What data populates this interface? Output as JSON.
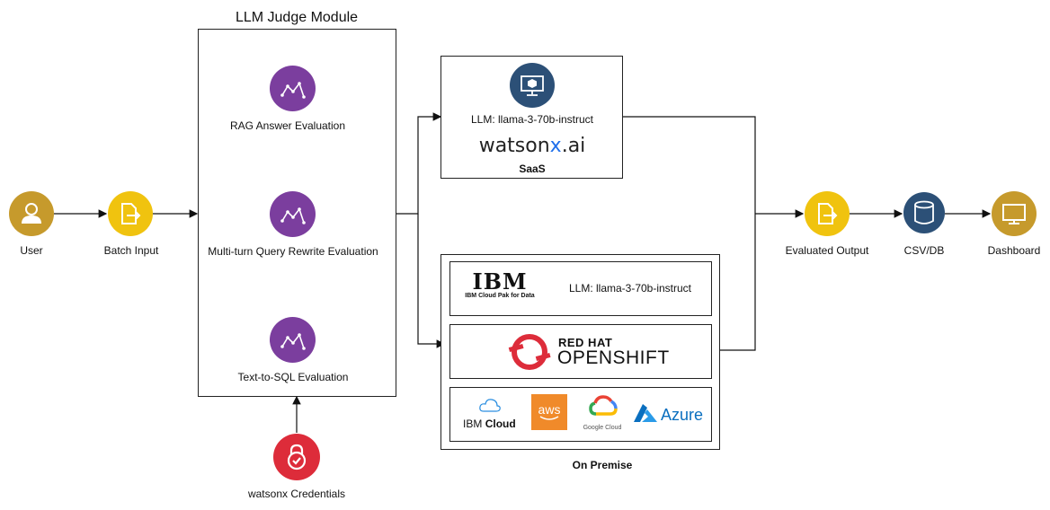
{
  "user": {
    "label": "User"
  },
  "batch_input": {
    "label": "Batch Input"
  },
  "judge_module": {
    "title": "LLM Judge Module",
    "items": [
      {
        "label": "RAG Answer Evaluation"
      },
      {
        "label": "Multi-turn Query Rewrite Evaluation"
      },
      {
        "label": "Text-to-SQL Evaluation"
      }
    ]
  },
  "credentials": {
    "label": "watsonx Credentials"
  },
  "saas": {
    "llm_label": "LLM: llama-3-70b-instruct",
    "brand_prefix": "watson",
    "brand_x": "x",
    "brand_suffix": ".ai",
    "caption": "SaaS"
  },
  "on_premise": {
    "caption": "On Premise",
    "ibm_logo": "IBM",
    "ibm_sub": "IBM Cloud Pak for Data",
    "llm_label": "LLM: llama-3-70b-instruct",
    "redhat_line1": "RED HAT",
    "redhat_line2": "OPENSHIFT",
    "clouds": {
      "ibm_cloud_1": "IBM",
      "ibm_cloud_2": "Cloud",
      "aws": "aws",
      "google": "Google Cloud",
      "azure": "Azure"
    }
  },
  "evaluated_output": {
    "label": "Evaluated Output"
  },
  "csv_db": {
    "label": "CSV/DB"
  },
  "dashboard": {
    "label": "Dashboard"
  },
  "colors": {
    "gold": "#c69a2c",
    "yellow": "#f0c30f",
    "purple": "#7b3e9e",
    "navy": "#2c5077",
    "red": "#dd2c3a",
    "aws_orange": "#f08a2a",
    "azure_blue": "#0a6fbf",
    "watson_blue": "#1f6feb"
  }
}
